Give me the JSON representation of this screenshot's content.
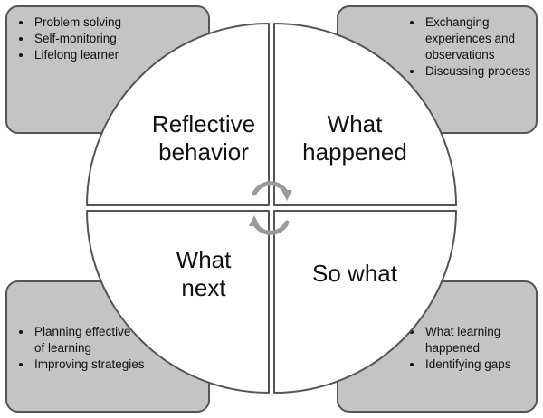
{
  "quadrants": {
    "top_left": {
      "label": "Reflective\nbehavior",
      "bullets": [
        "Problem solving",
        "Self-monitoring",
        "Lifelong learner"
      ]
    },
    "top_right": {
      "label": "What\nhappened",
      "bullets": [
        "Exchanging experiences and observations",
        "Discussing process"
      ]
    },
    "bottom_left": {
      "label": "What\nnext",
      "bullets": [
        "Planning effective use of learning",
        "Improving strategies"
      ]
    },
    "bottom_right": {
      "label": "So what",
      "bullets": [
        "What learning happened",
        "Identifying gaps"
      ]
    }
  },
  "colors": {
    "box_fill": "#c4c4c4",
    "outline": "#555555",
    "arrow": "#9a9a9a"
  },
  "icons": [
    "cycle-arrows-icon"
  ]
}
